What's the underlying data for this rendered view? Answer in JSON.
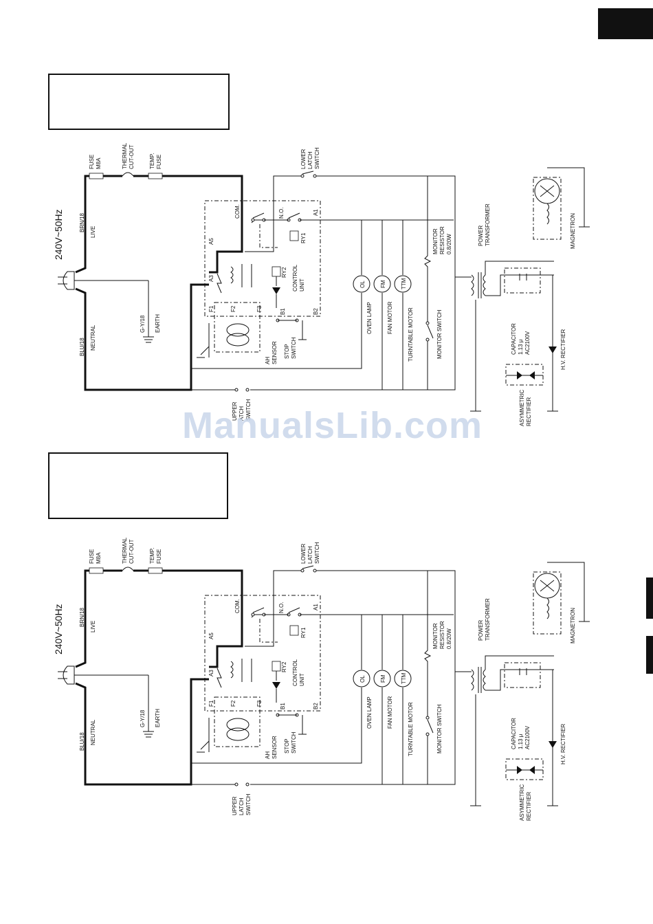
{
  "labels": {
    "supply": "240V~50Hz",
    "fuse": [
      "FUSE",
      "M8A"
    ],
    "thermal_cutout": [
      "THERMAL",
      "CUT-OUT"
    ],
    "temp_fuse": [
      "TEMP.",
      "FUSE"
    ],
    "lower_latch_switch": [
      "LOWER",
      "LATCH",
      "SWITCH"
    ],
    "upper_latch_switch_top": [
      "UPPER",
      "ATCH",
      "SWITCH"
    ],
    "upper_latch_switch_bottom": [
      "UPPER",
      "LATCH",
      "SWITCH"
    ],
    "brn": "BRN/18",
    "live": "LIVE",
    "blu": "BLU/18",
    "neutral": "NEUTRAL",
    "gy": "G-Y/18",
    "earth": "EARTH",
    "com": "COM.",
    "no": "N.O.",
    "a1": "A1",
    "a3": "A3",
    "a5": "A5",
    "b1": "B1",
    "b2": "B2",
    "f1": "F1",
    "f2": "F2",
    "f3": "F3",
    "ry1": "RY1",
    "ry2": "RY2",
    "control_unit": [
      "CONTROL",
      "UNIT"
    ],
    "ah_sensor": [
      "AH",
      "SENSOR"
    ],
    "stop_switch": [
      "STOP",
      "SWITCH"
    ],
    "ol": "OL",
    "fm": "FM",
    "tm": "TTM",
    "oven_lamp": "OVEN LAMP",
    "fan_motor": "FAN MOTOR",
    "turntable_motor": "TURNTABLE MOTOR",
    "monitor_resistor": [
      "MONITOR",
      "RESISTOR",
      "0.8/20W"
    ],
    "monitor_switch": "MONITOR SWITCH",
    "power_transformer": [
      "POWER",
      "TRANSFORMER"
    ],
    "magnetron": "MAGNETRON",
    "capacitor": [
      "CAPACITOR",
      "1.13 μ",
      "AC2100V"
    ],
    "asymmetric_rectifier": [
      "ASYMMETRIC",
      "RECTIFIER"
    ],
    "hv_rectifier": "H.V. RECTIFIER"
  },
  "watermark": "ManualsLib.com",
  "colors": {
    "ink": "#111111",
    "watermark": "#c9d6ea"
  }
}
